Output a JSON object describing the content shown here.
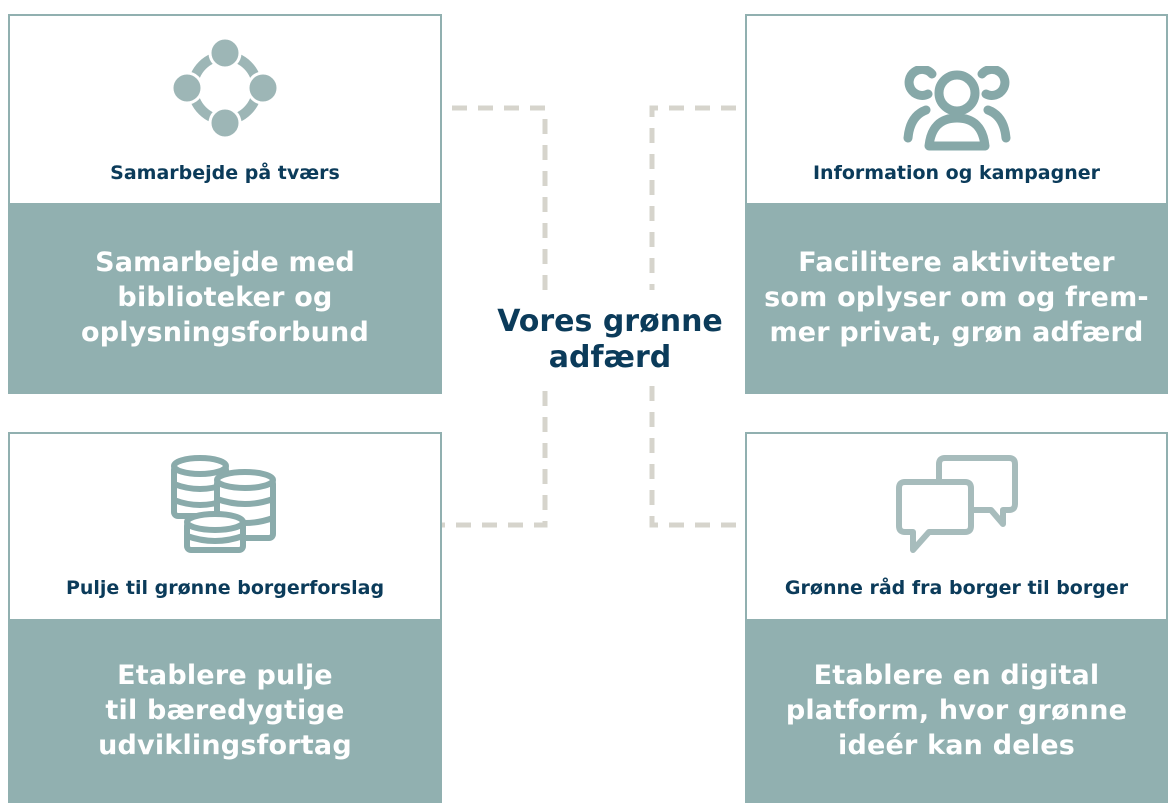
{
  "center": {
    "title": "Vores grønne adfærd"
  },
  "cards": {
    "top_left": {
      "title": "Samarbejde på tværs",
      "text": "Samarbejde med\nbiblioteker og\noplysningsforbund",
      "icon": "network-cycle-icon"
    },
    "top_right": {
      "title": "Information og kampagner",
      "text": "Facilitere aktiviteter\nsom oplyser om og frem-\nmer privat, grøn adfærd",
      "icon": "people-group-icon"
    },
    "bottom_left": {
      "title": "Pulje til grønne borgerforslag",
      "text": "Etablere pulje\ntil bæredygtige\nudviklingsfortag",
      "icon": "coin-stacks-icon"
    },
    "bottom_right": {
      "title": "Grønne råd fra borger til borger",
      "text": "Etablere en digital\nplatform, hvor grønne\nideér kan deles",
      "icon": "chat-bubbles-icon"
    }
  },
  "colors": {
    "card_fill": "#91b0b0",
    "title": "#0b3b5a",
    "dashed_line": "#d6d4cc",
    "body_text": "#ffffff"
  }
}
